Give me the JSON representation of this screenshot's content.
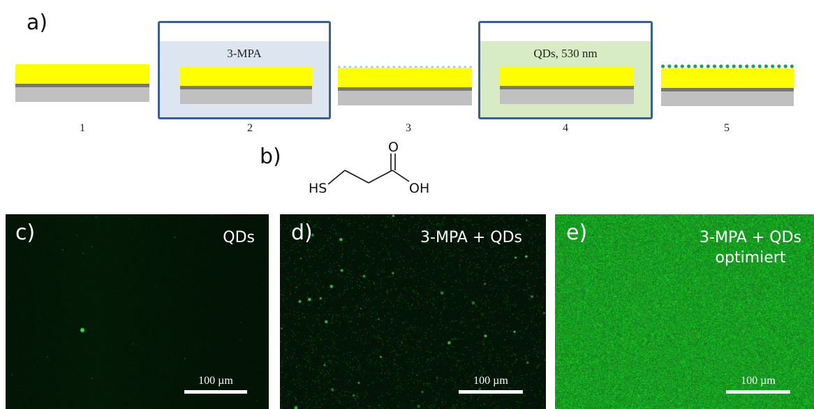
{
  "panel_a": {
    "label": "a)",
    "steps": [
      {
        "number": "1"
      },
      {
        "number": "2",
        "bath_caption": "3-MPA",
        "bath_color": "#dde6f0"
      },
      {
        "number": "3",
        "surface_dots_color": "#a9c8dc"
      },
      {
        "number": "4",
        "bath_caption": "QDs, 530 nm",
        "bath_color": "#d7ecc4"
      },
      {
        "number": "5",
        "surface_dots_color": "#1f9e63"
      }
    ],
    "colors": {
      "gold_layer": "#ffff00",
      "adhesion_layer": "#777777",
      "substrate": "#c0c0c0",
      "bath_frame": "#3b5f8f"
    }
  },
  "panel_b": {
    "label": "b)",
    "molecule": {
      "thiol": "HS",
      "carbonyl_oxygen": "O",
      "hydroxyl": "OH"
    }
  },
  "micrographs": [
    {
      "label": "c)",
      "title_lines": [
        "QDs"
      ],
      "scale_text": "100 µm",
      "density": "sparse",
      "brightness": 0.12
    },
    {
      "label": "d)",
      "title_lines": [
        "3-MPA + QDs"
      ],
      "scale_text": "100 µm",
      "density": "medium",
      "brightness": 0.35
    },
    {
      "label": "e)",
      "title_lines": [
        "3-MPA + QDs",
        "optimiert"
      ],
      "scale_text": "100 µm",
      "density": "dense",
      "brightness": 0.8
    }
  ]
}
